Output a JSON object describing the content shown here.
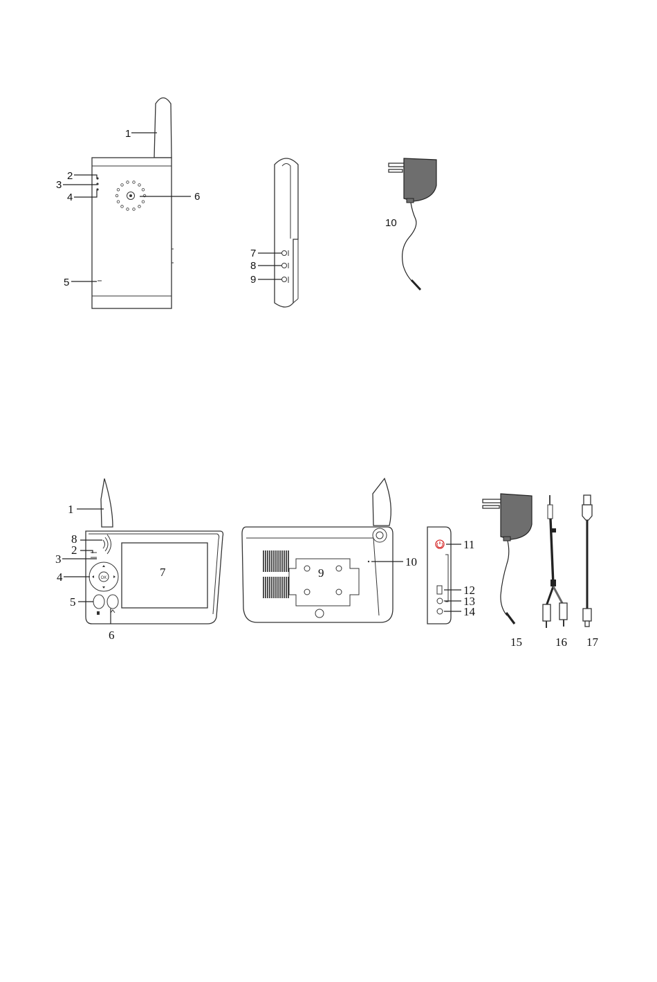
{
  "camera_figure": {
    "callouts": [
      {
        "id": "cam-1",
        "text": "1"
      },
      {
        "id": "cam-2",
        "text": "2"
      },
      {
        "id": "cam-3",
        "text": "3"
      },
      {
        "id": "cam-4",
        "text": "4"
      },
      {
        "id": "cam-5",
        "text": "5"
      },
      {
        "id": "cam-6",
        "text": "6"
      },
      {
        "id": "cam-7",
        "text": "7"
      },
      {
        "id": "cam-8",
        "text": "8"
      },
      {
        "id": "cam-9",
        "text": "9"
      },
      {
        "id": "cam-10",
        "text": "10"
      }
    ]
  },
  "monitor_figure": {
    "callouts": [
      {
        "id": "mon-1",
        "text": "1"
      },
      {
        "id": "mon-2",
        "text": "2"
      },
      {
        "id": "mon-3",
        "text": "3"
      },
      {
        "id": "mon-4",
        "text": "4"
      },
      {
        "id": "mon-5",
        "text": "5"
      },
      {
        "id": "mon-6",
        "text": "6"
      },
      {
        "id": "mon-7",
        "text": "7"
      },
      {
        "id": "mon-8",
        "text": "8"
      },
      {
        "id": "mon-9",
        "text": "9"
      },
      {
        "id": "mon-10",
        "text": "10"
      },
      {
        "id": "mon-11",
        "text": "11"
      },
      {
        "id": "mon-12",
        "text": "12"
      },
      {
        "id": "mon-13",
        "text": "13"
      },
      {
        "id": "mon-14",
        "text": "14"
      },
      {
        "id": "mon-15",
        "text": "15"
      },
      {
        "id": "mon-16",
        "text": "16"
      },
      {
        "id": "mon-17",
        "text": "17"
      }
    ]
  },
  "device_markings": {
    "ok_button_label": "OK"
  },
  "colors": {
    "line": "#222222",
    "adapter_fill": "#6e6e6e",
    "power_button": "#d62b2b"
  },
  "icons": [
    "antenna",
    "speaker-grille",
    "power-adapter",
    "av-cable",
    "usb-cable",
    "power-button-icon",
    "signal-icon"
  ]
}
